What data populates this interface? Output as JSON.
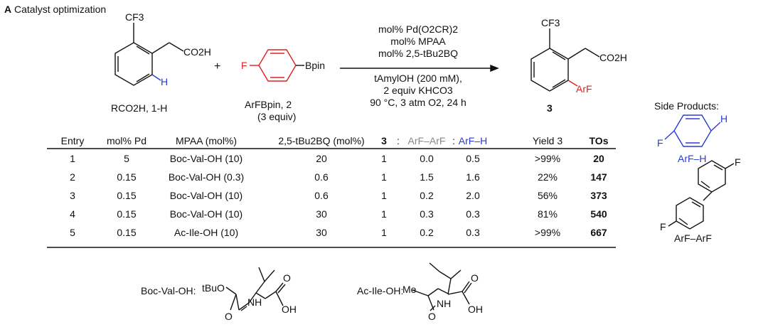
{
  "panel": {
    "letter": "A",
    "title": "Catalyst optimization"
  },
  "reaction": {
    "sm1_cf3": "CF3",
    "sm1_co2h": "CO2H",
    "sm1_h": "H",
    "sm1_label": "RCO2H, 1-H",
    "plus": "+",
    "sm2_f": "F",
    "sm2_bpin": "Bpin",
    "sm2_label": "ArFBpin, 2",
    "sm2_equiv": "(3 equiv)",
    "conditions": [
      "mol% Pd(O2CR)2",
      "mol% MPAA",
      "mol% 2,5-tBu2BQ",
      "tAmylOH (200 mM),",
      "2 equiv KHCO3",
      "90 °C, 3 atm O2, 24 h"
    ],
    "product_cf3": "CF3",
    "product_co2h": "CO2H",
    "product_arf": "ArF",
    "product_label": "3"
  },
  "side_products": {
    "title": "Side Products:",
    "p1_f": "F",
    "p1_h": "H",
    "p1_label": "ArF–H",
    "p2_f1": "F",
    "p2_f2": "F",
    "p2_label": "ArF–ArF"
  },
  "table": {
    "headers": [
      "Entry",
      "mol% Pd",
      "MPAA (mol%)",
      "2,5-tBu2BQ (mol%)",
      "3",
      ":",
      "ArF–ArF",
      ":",
      "ArF–H",
      "Yield 3",
      "TOs"
    ],
    "rows": [
      [
        "1",
        "5",
        "Boc-Val-OH (10)",
        "20",
        "1",
        "0.0",
        "0.5",
        ">99%",
        "20"
      ],
      [
        "2",
        "0.15",
        "Boc-Val-OH (0.3)",
        "0.6",
        "1",
        "1.5",
        "1.6",
        "22%",
        "147"
      ],
      [
        "3",
        "0.15",
        "Boc-Val-OH (10)",
        "0.6",
        "1",
        "0.2",
        "2.0",
        "56%",
        "373"
      ],
      [
        "4",
        "0.15",
        "Boc-Val-OH (10)",
        "30",
        "1",
        "0.3",
        "0.3",
        "81%",
        "540"
      ],
      [
        "5",
        "0.15",
        "Ac-Ile-OH (10)",
        "30",
        "1",
        "0.2",
        "0.3",
        ">99%",
        "667"
      ]
    ]
  },
  "ligands": {
    "boc_label": "Boc-Val-OH:",
    "boc_tbuo": "tBuO",
    "boc_nh": "NH",
    "boc_oh": "OH",
    "boc_o1": "O",
    "boc_o2": "O",
    "ac_label": "Ac-Ile-OH:",
    "ac_me": "Me",
    "ac_nh": "NH",
    "ac_oh": "OH",
    "ac_o1": "O",
    "ac_o2": "O"
  },
  "colors": {
    "red": "#e02020",
    "blue": "#2a3bd6",
    "grey": "#888888"
  }
}
